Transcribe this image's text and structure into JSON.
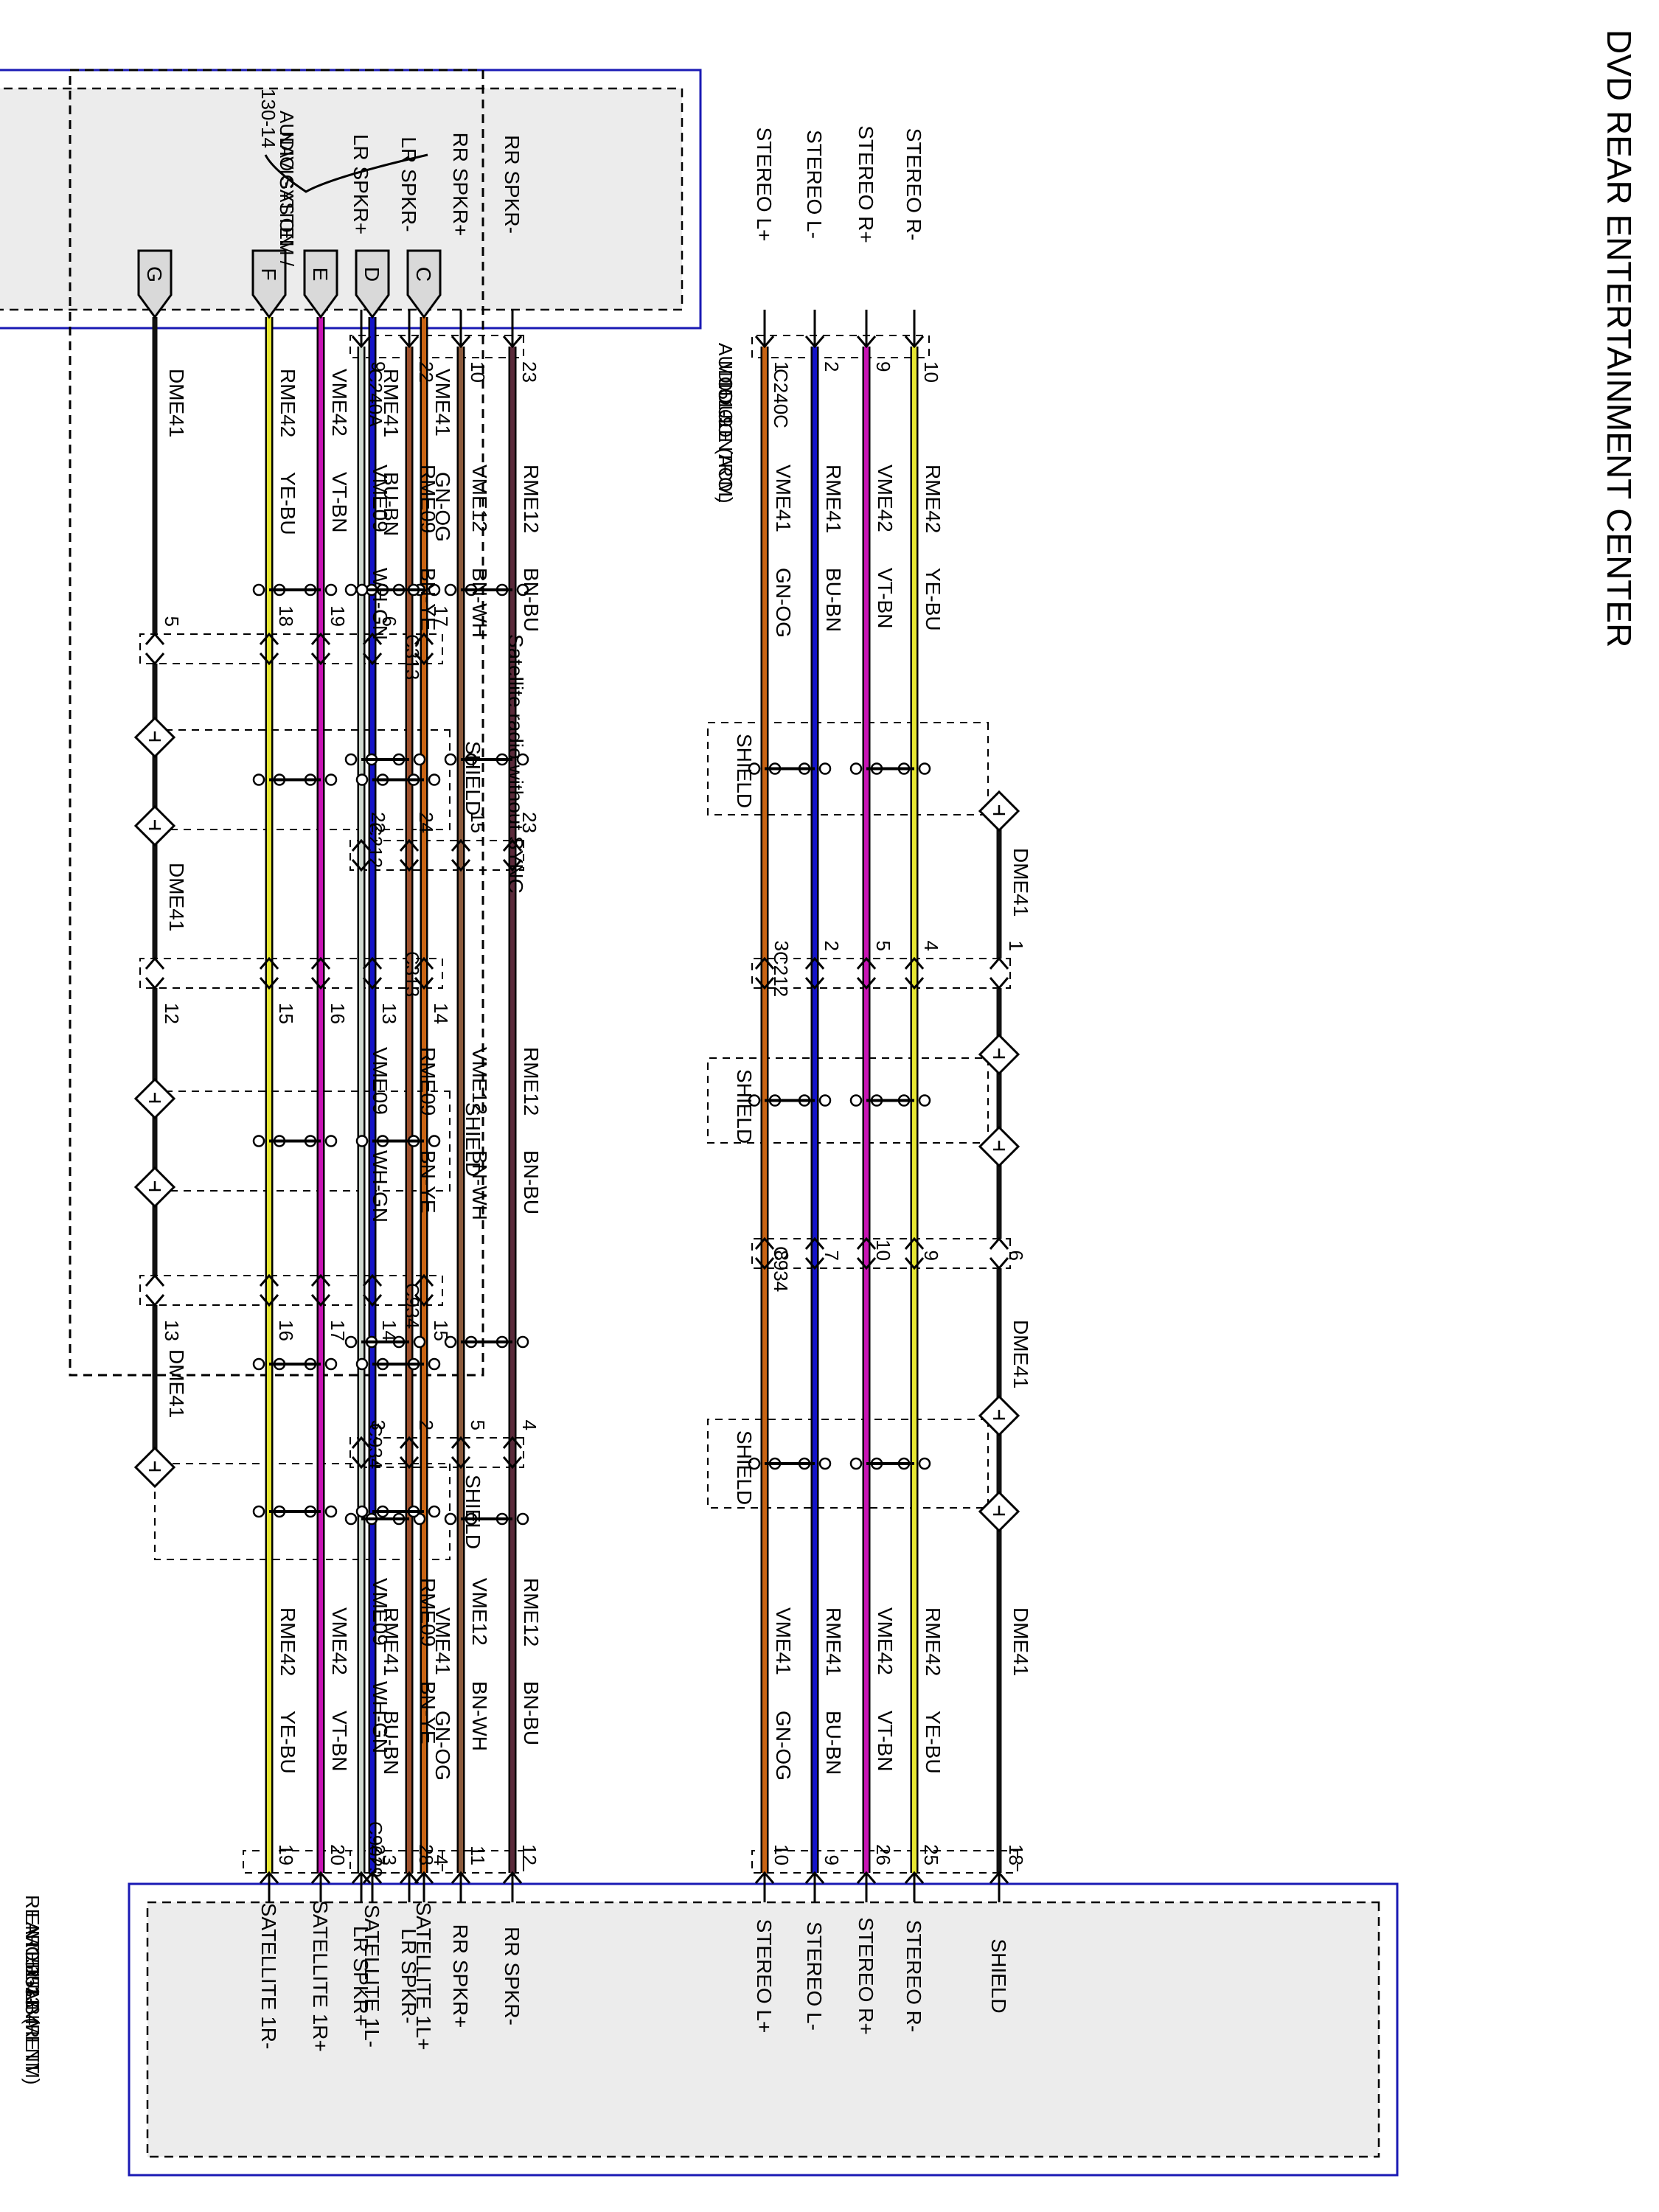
{
  "title": "DVD REAR ENTERTAINMENT CENTER",
  "modules": {
    "acm": {
      "name": [
        "AUDIO CONTROL",
        "MODULE (ACM)",
        "151-9"
      ]
    },
    "retm": {
      "name": [
        "REAR",
        "ENTERTAINMENT",
        "MODULE (RETM)",
        "151-33",
        "151-34"
      ]
    },
    "nav": {
      "name": [
        "AUDIO SYSTEM /",
        "NAVIGATION"
      ],
      "ref": "130-14"
    }
  },
  "notes": {
    "satellite": "Satellite radio without SYNC"
  },
  "colors": {
    "WH-GN": "#cfd8cf",
    "BN-YE": "#a0522d",
    "BN-WH": "#8b5a3c",
    "BN-BU": "#5a2a3a",
    "GN-OG": "#c86414",
    "BU-BN": "#1414c8",
    "VT-BN": "#c814b4",
    "YE-BU": "#e6e632",
    "BK": "#111111"
  },
  "group1": {
    "connectors": {
      "acm": "C240A",
      "a": "C212",
      "b": "C934",
      "retm": "C9029"
    },
    "shield_label": "SHIELD",
    "wires": [
      {
        "acm_label": "LR SPKR+",
        "retm_label": "LR SPKR+",
        "circuit": "VME09",
        "color": "WH-GN",
        "pins": [
          "9",
          "22",
          "3",
          "27"
        ]
      },
      {
        "acm_label": "LR SPKR-",
        "retm_label": "LR SPKR-",
        "circuit": "RME09",
        "color": "BN-YE",
        "pins": [
          "22",
          "24",
          "2",
          "28"
        ]
      },
      {
        "acm_label": "RR SPKR+",
        "retm_label": "RR SPKR+",
        "circuit": "VME12",
        "color": "BN-WH",
        "pins": [
          "10",
          "15",
          "5",
          "11"
        ]
      },
      {
        "acm_label": "RR SPKR-",
        "retm_label": "RR SPKR-",
        "circuit": "RME12",
        "color": "BN-BU",
        "pins": [
          "23",
          "23",
          "4",
          "12"
        ]
      }
    ]
  },
  "group2": {
    "connectors": {
      "acm": "C240C",
      "a": "C212",
      "b": "C934"
    },
    "shield_label": "SHIELD",
    "drain": {
      "circuit": "DME41",
      "retm_label": "SHIELD",
      "pins": [
        "1",
        "6",
        "18"
      ]
    },
    "wires": [
      {
        "acm_label": "STEREO L+",
        "retm_label": "STEREO L+",
        "circuit": "VME41",
        "color": "GN-OG",
        "pins": [
          "1",
          "3",
          "8",
          "10"
        ]
      },
      {
        "acm_label": "STEREO L-",
        "retm_label": "STEREO L-",
        "circuit": "RME41",
        "color": "BU-BN",
        "pins": [
          "2",
          "2",
          "7",
          "9"
        ]
      },
      {
        "acm_label": "STEREO R+",
        "retm_label": "STEREO R+",
        "circuit": "VME42",
        "color": "VT-BN",
        "pins": [
          "9",
          "5",
          "10",
          "26"
        ]
      },
      {
        "acm_label": "STEREO R-",
        "retm_label": "STEREO R-",
        "circuit": "RME42",
        "color": "YE-BU",
        "pins": [
          "10",
          "4",
          "9",
          "25"
        ]
      }
    ]
  },
  "group3": {
    "connectors": {
      "a": "C313",
      "b": "C313",
      "c": "C934"
    },
    "shield_label": "SHIELD",
    "drain": {
      "circuit": "DME41",
      "tag": "G",
      "pins": [
        "5",
        "12",
        "13"
      ]
    },
    "wires": [
      {
        "tag": "C",
        "retm_label": "SATELLITE 1L+",
        "circuit": "VME41",
        "color": "GN-OG",
        "pins": [
          "17",
          "14",
          "15",
          "4"
        ]
      },
      {
        "tag": "D",
        "retm_label": "SATELLITE 1L-",
        "circuit": "RME41",
        "color": "BU-BN",
        "pins": [
          "6",
          "13",
          "14",
          "3"
        ]
      },
      {
        "tag": "E",
        "retm_label": "SATELLITE 1R+",
        "circuit": "VME42",
        "color": "VT-BN",
        "pins": [
          "19",
          "16",
          "17",
          "20"
        ]
      },
      {
        "tag": "F",
        "retm_label": "SATELLITE 1R-",
        "circuit": "RME42",
        "color": "YE-BU",
        "pins": [
          "18",
          "15",
          "16",
          "19"
        ]
      }
    ]
  }
}
